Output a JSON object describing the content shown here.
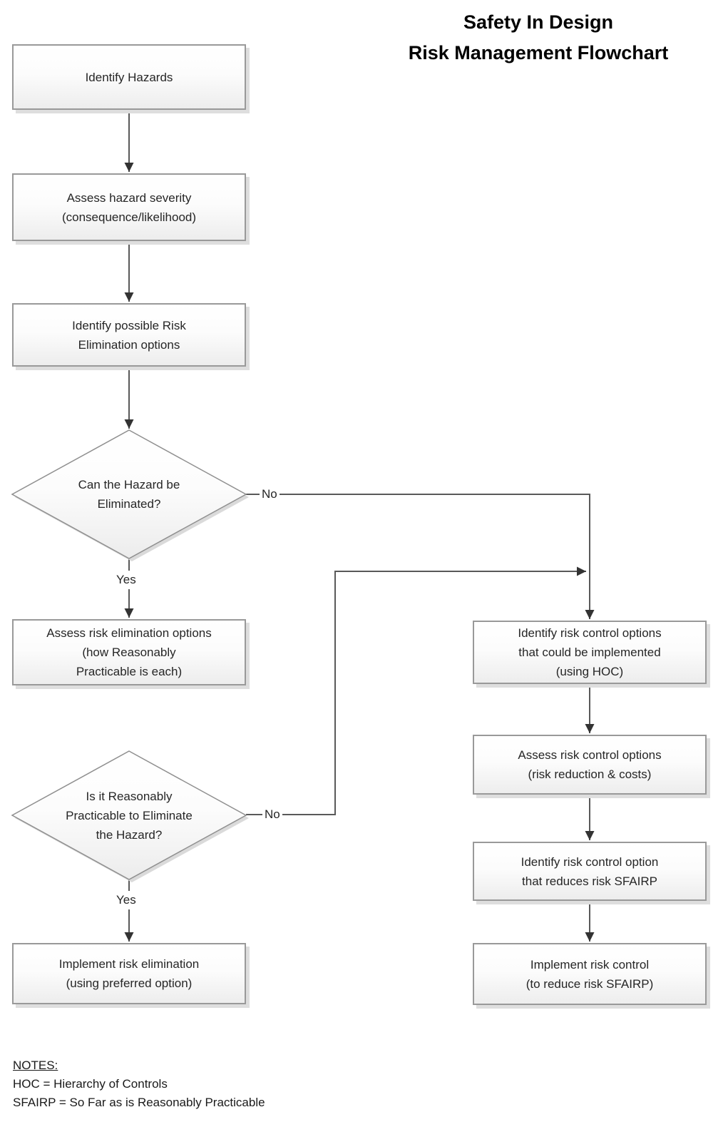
{
  "title": {
    "line1": "Safety In Design",
    "line2": "Risk Management Flowchart"
  },
  "nodes": {
    "identify_hazards": "Identify Hazards",
    "assess_hazard_severity": "Assess hazard severity\n(consequence/likelihood)",
    "identify_risk_elimination_options": "Identify possible Risk\nElimination options",
    "can_hazard_be_eliminated": "Can the Hazard be\nEliminated?",
    "assess_risk_elimination_options": "Assess risk elimination options\n(how Reasonably\nPracticable is each)",
    "is_it_reasonably_practicable": "Is it Reasonably\nPracticable to Eliminate\nthe Hazard?",
    "implement_risk_elimination": "Implement risk elimination\n(using preferred option)",
    "identify_risk_control_options": "Identify risk control options\nthat could be implemented\n(using HOC)",
    "assess_risk_control_options": "Assess risk control options\n(risk reduction & costs)",
    "identify_risk_control_option_sfairp": "Identify risk control option\nthat reduces risk SFAIRP",
    "implement_risk_control": "Implement risk control\n(to reduce risk SFAIRP)"
  },
  "edge_labels": {
    "no1": "No",
    "yes1": "Yes",
    "no2": "No",
    "yes2": "Yes"
  },
  "notes": {
    "heading": "NOTES:",
    "lines": [
      "HOC = Hierarchy of Controls",
      "SFAIRP = So Far as is Reasonably Practicable"
    ]
  },
  "colors": {
    "background": "#ffffff",
    "box_border": "#999999",
    "box_fill_top": "#ffffff",
    "box_fill_bottom": "#ededed",
    "shadow": "#dedede",
    "connector_line": "#595959",
    "arrowhead": "#333333",
    "text": "#262626",
    "title_text": "#000000"
  }
}
